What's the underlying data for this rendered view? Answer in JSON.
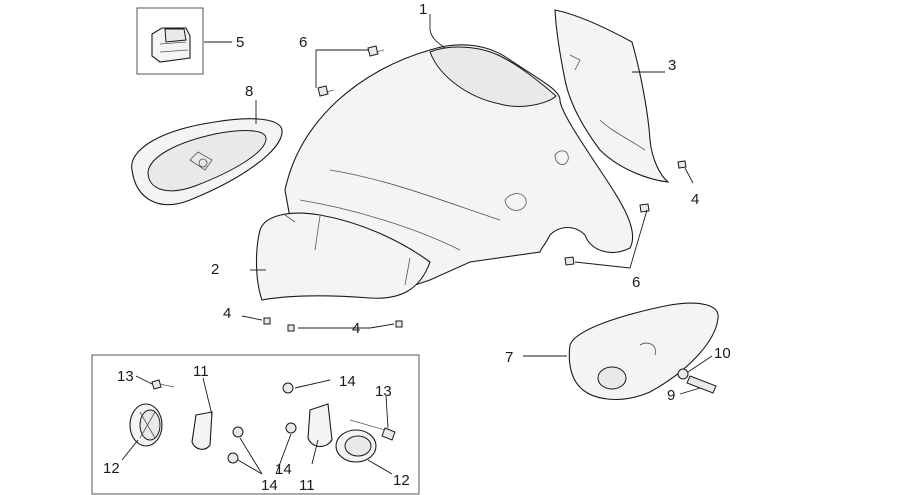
{
  "labels": {
    "n1": "1",
    "n2": "2",
    "n3": "3",
    "n4a": "4",
    "n4b": "4",
    "n4c": "4",
    "n5": "5",
    "n6a": "6",
    "n6b": "6",
    "n7": "7",
    "n8": "8",
    "n9": "9",
    "n10": "10",
    "n11a": "11",
    "n11b": "11",
    "n12a": "12",
    "n12b": "12",
    "n13a": "13",
    "n13b": "13",
    "n14a": "14",
    "n14b": "14",
    "n14c": "14"
  }
}
